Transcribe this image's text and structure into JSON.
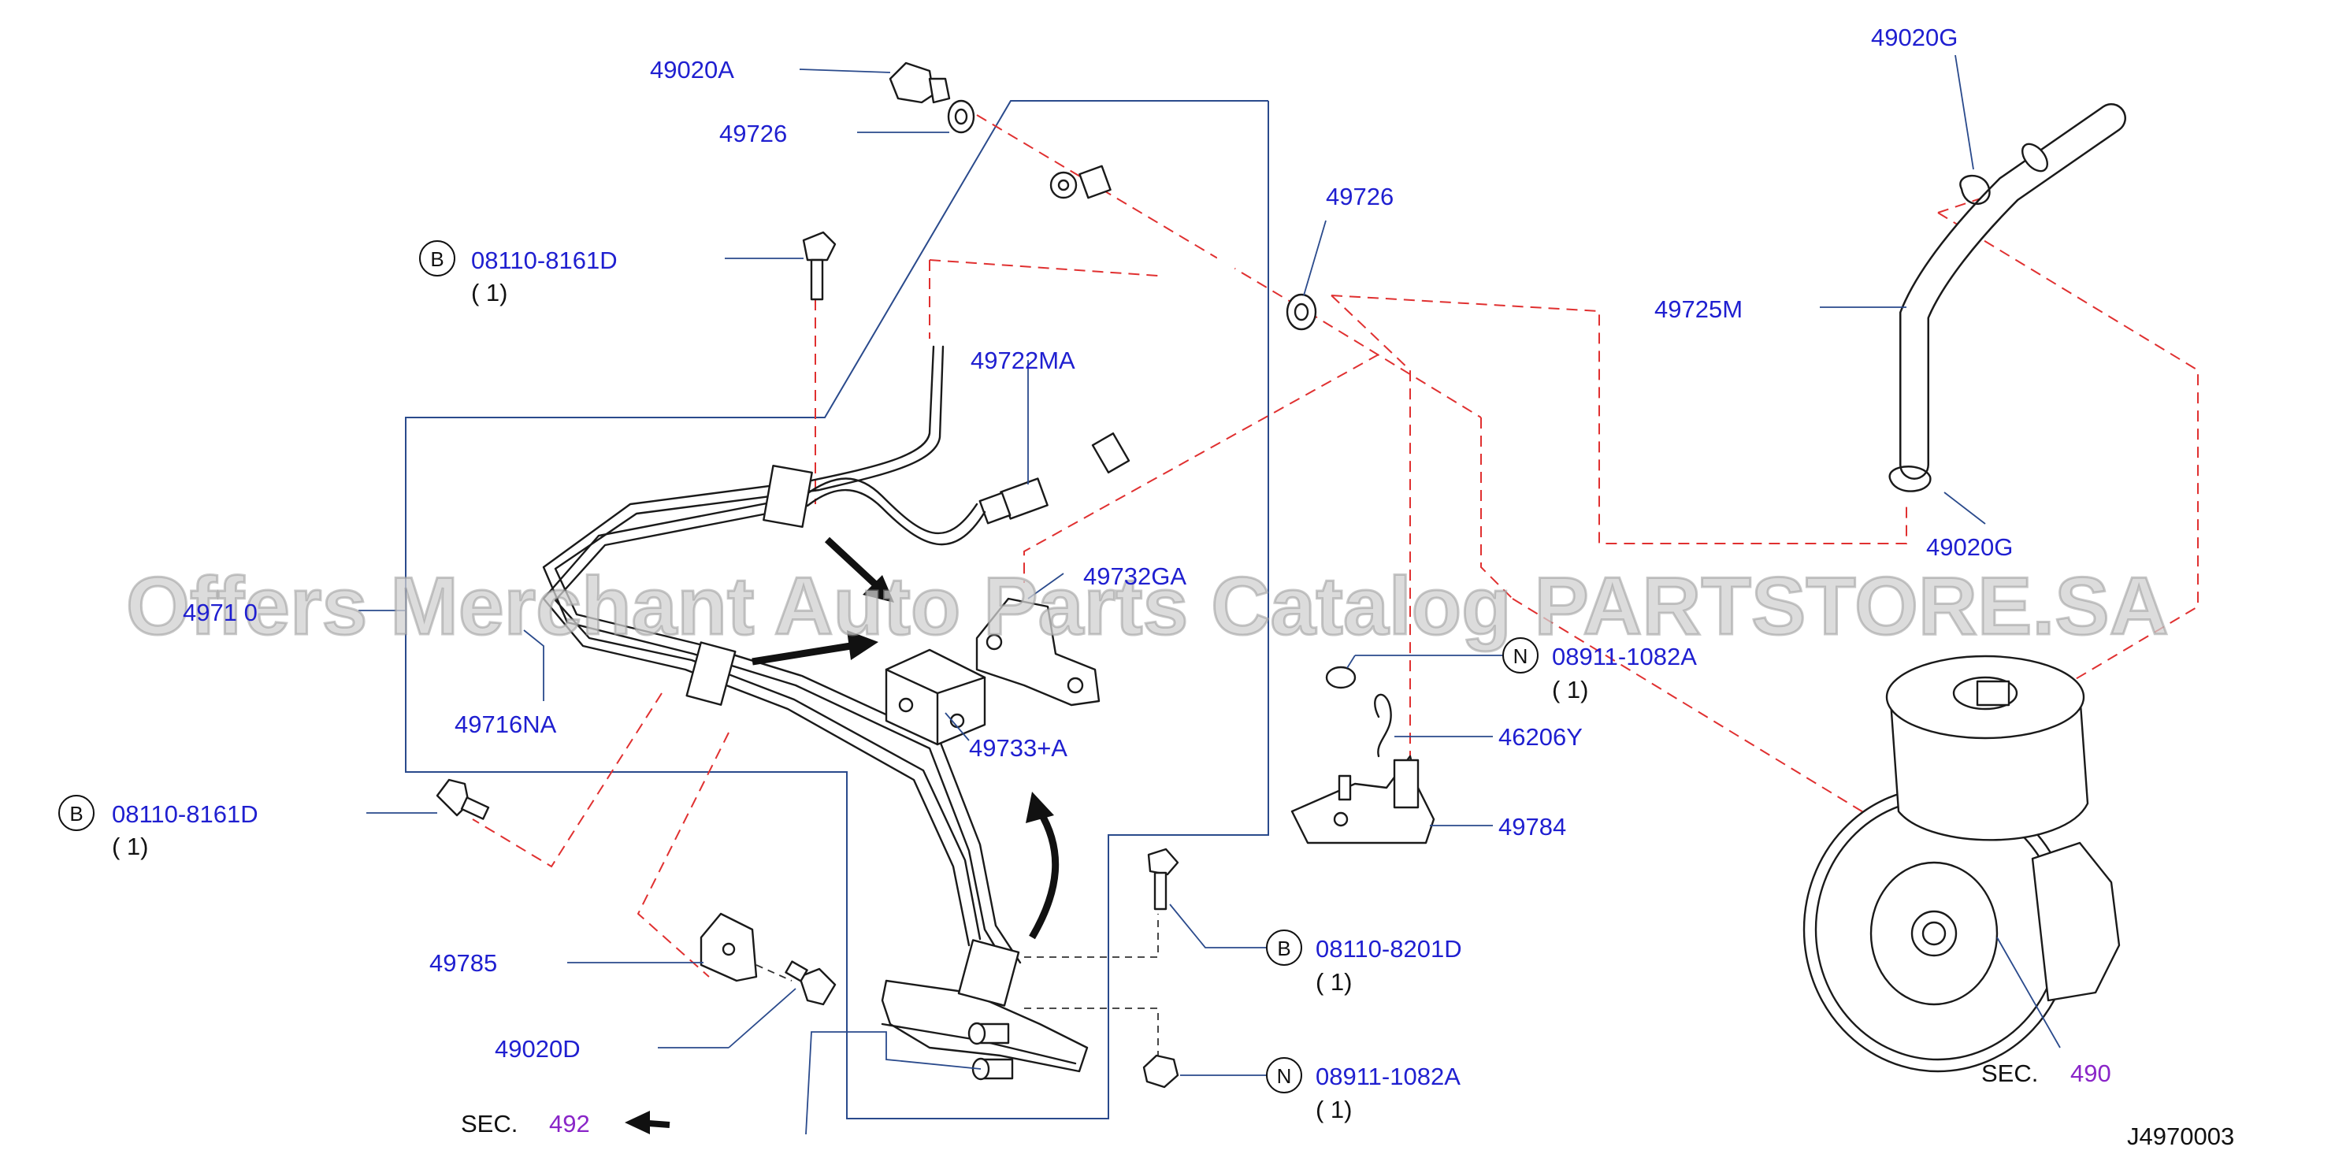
{
  "watermark": "Offers Merchant Auto Parts Catalog PARTSTORE.SA",
  "diagram_code": "J4970003",
  "parts": {
    "p49020A": "49020A",
    "p49726_top": "49726",
    "p49726_mid": "49726",
    "p49722MA": "49722MA",
    "p49732GA": "49732GA",
    "p49710": "4971 0",
    "p49716NA": "49716NA",
    "p49733A": "49733+A",
    "p49785": "49785",
    "p49020D": "49020D",
    "p49020G_top": "49020G",
    "p49725M": "49725M",
    "p49020G_bot": "49020G",
    "p46206Y": "46206Y",
    "p49784": "49784"
  },
  "callouts": {
    "bolt_top": {
      "badge": "B",
      "number": "08110-8161D",
      "qty": "( 1)"
    },
    "bolt_left": {
      "badge": "B",
      "number": "08110-8161D",
      "qty": "( 1)"
    },
    "nut_right": {
      "badge": "N",
      "number": "08911-1082A",
      "qty": "( 1)"
    },
    "bolt_bottom": {
      "badge": "B",
      "number": "08110-8201D",
      "qty": "( 1)"
    },
    "nut_bottom": {
      "badge": "N",
      "number": "08911-1082A",
      "qty": "( 1)"
    }
  },
  "sections": {
    "sec492": {
      "prefix": "SEC.",
      "number": "492"
    },
    "sec490": {
      "prefix": "SEC.",
      "number": "490"
    }
  }
}
